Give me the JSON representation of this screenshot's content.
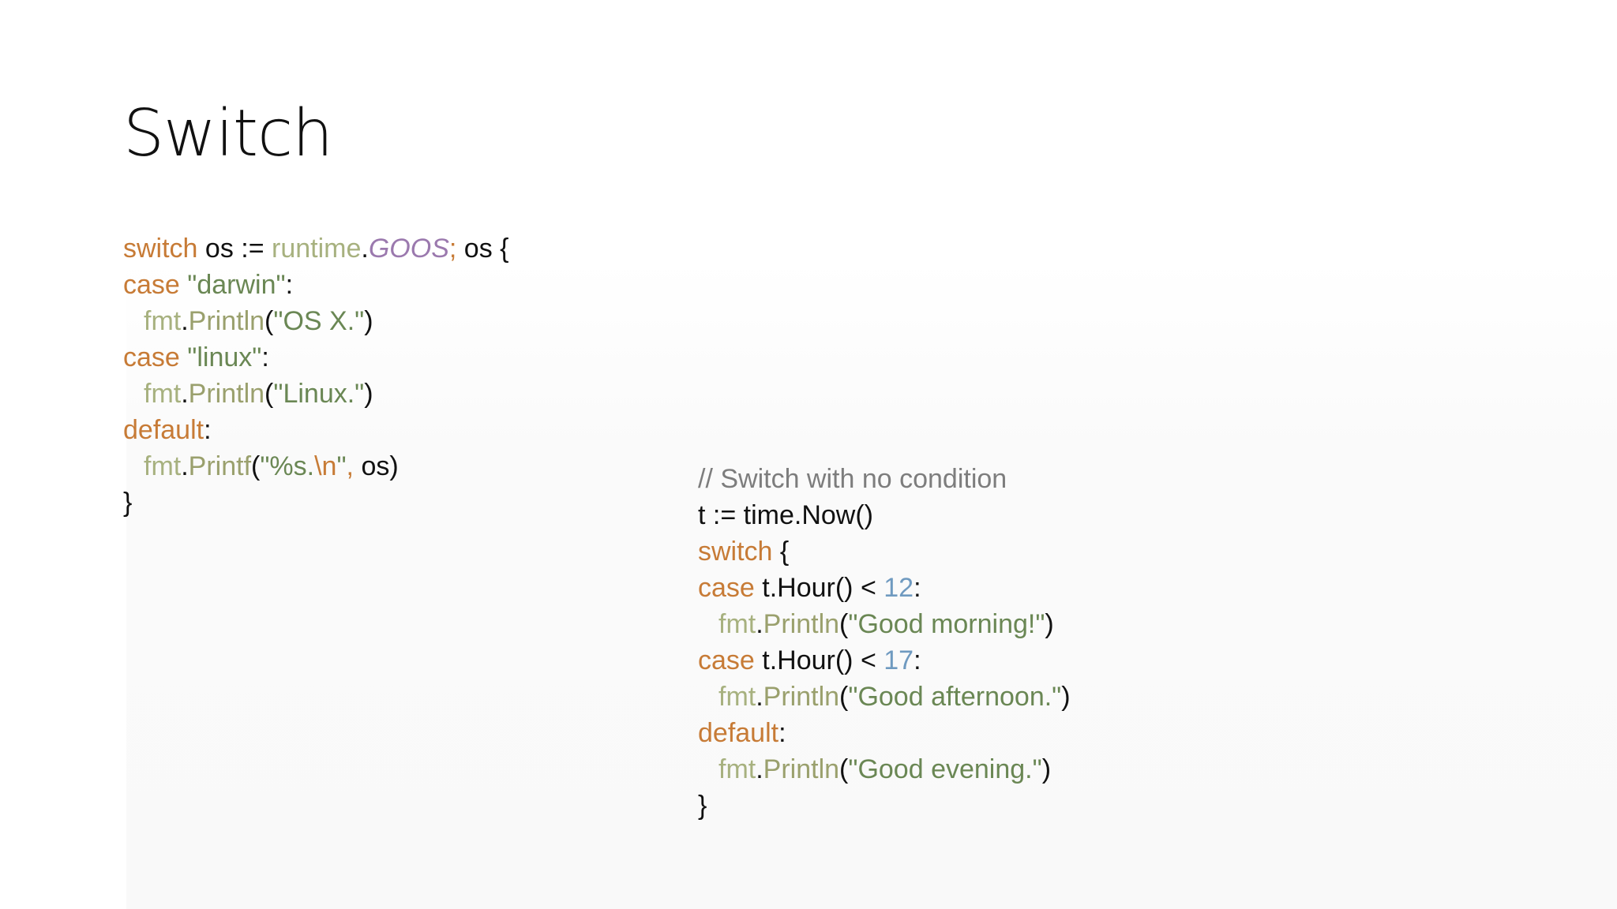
{
  "slide": {
    "title": "Switch"
  },
  "colors": {
    "keyword": "#c77b36",
    "string": "#6a8754",
    "package": "#a7b17f",
    "method": "#9aa06d",
    "constant": "#9b79ae",
    "number": "#6f9ac0",
    "comment": "#7d7d7d",
    "plain": "#111111"
  },
  "code_left": {
    "lines": [
      [
        {
          "t": "switch",
          "c": "keyword"
        },
        {
          "t": " os := ",
          "c": "plain"
        },
        {
          "t": "runtime",
          "c": "package"
        },
        {
          "t": ".",
          "c": "plain"
        },
        {
          "t": "GOOS",
          "c": "constant",
          "italic": true
        },
        {
          "t": ";",
          "c": "keyword"
        },
        {
          "t": " os {",
          "c": "plain"
        }
      ],
      [
        {
          "t": "case",
          "c": "keyword"
        },
        {
          "t": " ",
          "c": "plain"
        },
        {
          "t": "\"darwin\"",
          "c": "string"
        },
        {
          "t": ":",
          "c": "plain"
        }
      ],
      [
        {
          "t": "fmt",
          "c": "package",
          "indent": true
        },
        {
          "t": ".",
          "c": "plain"
        },
        {
          "t": "Println",
          "c": "method"
        },
        {
          "t": "(",
          "c": "plain"
        },
        {
          "t": "\"OS X.\"",
          "c": "string"
        },
        {
          "t": ")",
          "c": "plain"
        }
      ],
      [
        {
          "t": "case",
          "c": "keyword"
        },
        {
          "t": " ",
          "c": "plain"
        },
        {
          "t": "\"linux\"",
          "c": "string"
        },
        {
          "t": ":",
          "c": "plain"
        }
      ],
      [
        {
          "t": "fmt",
          "c": "package",
          "indent": true
        },
        {
          "t": ".",
          "c": "plain"
        },
        {
          "t": "Println",
          "c": "method"
        },
        {
          "t": "(",
          "c": "plain"
        },
        {
          "t": "\"Linux.\"",
          "c": "string"
        },
        {
          "t": ")",
          "c": "plain"
        }
      ],
      [
        {
          "t": "default",
          "c": "keyword"
        },
        {
          "t": ":",
          "c": "plain"
        }
      ],
      [
        {
          "t": "fmt",
          "c": "package",
          "indent": true
        },
        {
          "t": ".",
          "c": "plain"
        },
        {
          "t": "Printf",
          "c": "method"
        },
        {
          "t": "(",
          "c": "plain"
        },
        {
          "t": "\"%s.",
          "c": "string"
        },
        {
          "t": "\\n",
          "c": "keyword"
        },
        {
          "t": "\"",
          "c": "string"
        },
        {
          "t": ",",
          "c": "keyword"
        },
        {
          "t": " os)",
          "c": "plain"
        }
      ],
      [
        {
          "t": "}",
          "c": "plain"
        }
      ]
    ]
  },
  "code_right": {
    "lines": [
      [
        {
          "t": "// Switch with no condition",
          "c": "comment"
        }
      ],
      [
        {
          "t": "t := time.Now()",
          "c": "plain"
        }
      ],
      [
        {
          "t": "switch",
          "c": "keyword"
        },
        {
          "t": " {",
          "c": "plain"
        }
      ],
      [
        {
          "t": "case",
          "c": "keyword"
        },
        {
          "t": " t.Hour() < ",
          "c": "plain"
        },
        {
          "t": "12",
          "c": "number"
        },
        {
          "t": ":",
          "c": "plain"
        }
      ],
      [
        {
          "t": "fmt",
          "c": "package",
          "indent": true
        },
        {
          "t": ".",
          "c": "plain"
        },
        {
          "t": "Println",
          "c": "method"
        },
        {
          "t": "(",
          "c": "plain"
        },
        {
          "t": "\"Good morning!\"",
          "c": "string"
        },
        {
          "t": ")",
          "c": "plain"
        }
      ],
      [
        {
          "t": "case",
          "c": "keyword"
        },
        {
          "t": " t.Hour() < ",
          "c": "plain"
        },
        {
          "t": "17",
          "c": "number"
        },
        {
          "t": ":",
          "c": "plain"
        }
      ],
      [
        {
          "t": "fmt",
          "c": "package",
          "indent": true
        },
        {
          "t": ".",
          "c": "plain"
        },
        {
          "t": "Println",
          "c": "method"
        },
        {
          "t": "(",
          "c": "plain"
        },
        {
          "t": "\"Good afternoon.\"",
          "c": "string"
        },
        {
          "t": ")",
          "c": "plain"
        }
      ],
      [
        {
          "t": "default",
          "c": "keyword"
        },
        {
          "t": ":",
          "c": "plain"
        }
      ],
      [
        {
          "t": "fmt",
          "c": "package",
          "indent": true
        },
        {
          "t": ".",
          "c": "plain"
        },
        {
          "t": "Println",
          "c": "method"
        },
        {
          "t": "(",
          "c": "plain"
        },
        {
          "t": "\"Good evening.\"",
          "c": "string"
        },
        {
          "t": ")",
          "c": "plain"
        }
      ],
      [
        {
          "t": "}",
          "c": "plain"
        }
      ]
    ]
  }
}
